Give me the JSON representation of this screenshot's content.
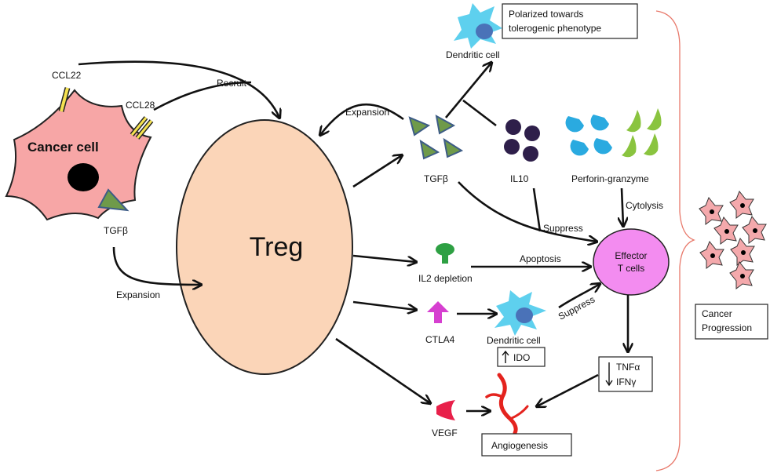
{
  "labels": {
    "ccl22": "CCL22",
    "ccl28": "CCL28",
    "cancer_cell": "Cancer cell",
    "tgfb_cancer": "TGFβ",
    "recruit": "Recruit",
    "expansion_left": "Expansion",
    "expansion_top": "Expansion",
    "treg": "Treg",
    "dendritic_top": "Dendritic cell",
    "polarized_line1": "Polarized towards",
    "polarized_line2": "tolerogenic  phenotype",
    "tgfb_mid": "TGFβ",
    "il10": "IL10",
    "perforin": "Perforin-granzyme",
    "cytolysis": "Cytolysis",
    "suppress_top": "Suppress",
    "il2": "IL2 depletion",
    "apoptosis": "Apoptosis",
    "effector_line1": "Effector",
    "effector_line2": "T cells",
    "ctla4": "CTLA4",
    "dendritic_bottom": "Dendritic cell",
    "ido": "IDO",
    "suppress_bottom": "Suppress",
    "tnfa": "TNFα",
    "ifng": "IFNγ",
    "vegf": "VEGF",
    "angiogenesis": "Angiogenesis",
    "cancer_progression_line1": "Cancer",
    "cancer_progression_line2": "Progression"
  },
  "colors": {
    "treg_fill": "#fbd5b8",
    "cancer_fill": "#f7a6a6",
    "tgfb_fill": "#6f9a4a",
    "il10_fill": "#2e1f4a",
    "perforin_blue": "#2aaae0",
    "granzyme_green": "#8ac43f",
    "dendritic_fill": "#5ed0ee",
    "dendritic_nucleus": "#4a72b8",
    "il2_fill": "#2ea043",
    "effector_fill": "#f38cf0",
    "ctla4_fill": "#d63fd0",
    "vegf_fill": "#e8204a",
    "vessel_fill": "#e4231e",
    "bracket_color": "#e8786a",
    "progression_cell_fill": "#f4a9ac"
  }
}
